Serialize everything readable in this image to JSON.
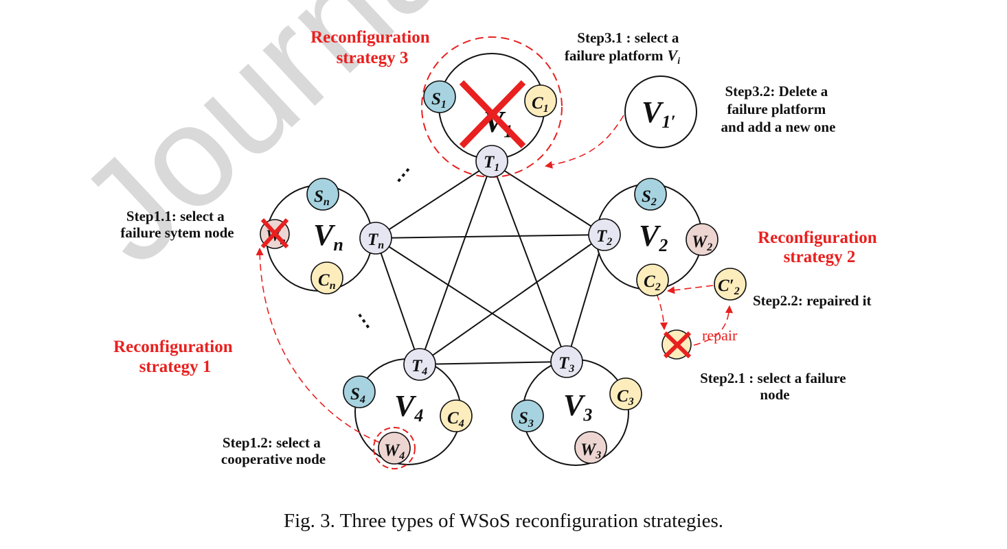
{
  "watermark": "Journal",
  "caption": "Fig. 3. Three types of WSoS reconfiguration strategies.",
  "strategies": {
    "s1": [
      "Reconfiguration",
      "strategy 1"
    ],
    "s2": [
      "Reconfiguration",
      "strategy 2"
    ],
    "s3": [
      "Reconfiguration",
      "strategy 3"
    ]
  },
  "steps": {
    "step1_1": [
      "Step1.1: select a",
      "failure sytem node"
    ],
    "step1_2": [
      "Step1.2: select a",
      "cooperative node"
    ],
    "step2_1": [
      "Step2.1 : select a failure",
      "node"
    ],
    "step2_2": [
      "Step2.2: repaired it"
    ],
    "step3_1_line1": "Step3.1 : select a",
    "step3_1_line2": "failure platform",
    "step3_1_var": "V",
    "step3_1_sub": "i",
    "step3_2": [
      "Step3.2: Delete a",
      "failure platform",
      "and add a new one"
    ],
    "repair": "repair"
  },
  "platforms": {
    "V1": {
      "main": "V",
      "sub": "1"
    },
    "V2": {
      "main": "V",
      "sub": "2"
    },
    "V3": {
      "main": "V",
      "sub": "3"
    },
    "V4": {
      "main": "V",
      "sub": "4"
    },
    "Vn": {
      "main": "V",
      "sub": "n"
    },
    "V1new": {
      "main": "V",
      "sub": "1′"
    }
  },
  "nodes": {
    "S1": {
      "main": "S",
      "sub": "1"
    },
    "C1": {
      "main": "C",
      "sub": "1"
    },
    "T1": {
      "main": "T",
      "sub": "1"
    },
    "S2": {
      "main": "S",
      "sub": "2"
    },
    "W2": {
      "main": "W",
      "sub": "2"
    },
    "C2": {
      "main": "C",
      "sub": "2"
    },
    "T2": {
      "main": "T",
      "sub": "2"
    },
    "C2new": {
      "main": "C′",
      "sub": "2"
    },
    "S3": {
      "main": "S",
      "sub": "3"
    },
    "C3": {
      "main": "C",
      "sub": "3"
    },
    "W3": {
      "main": "W",
      "sub": "3"
    },
    "T3": {
      "main": "T",
      "sub": "3"
    },
    "S4": {
      "main": "S",
      "sub": "4"
    },
    "C4": {
      "main": "C",
      "sub": "4"
    },
    "W4": {
      "main": "W",
      "sub": "4"
    },
    "T4": {
      "main": "T",
      "sub": "4"
    },
    "Sn": {
      "main": "S",
      "sub": "n"
    },
    "Cn": {
      "main": "C",
      "sub": "n"
    },
    "Tn": {
      "main": "T",
      "sub": "n"
    },
    "Wn": {
      "main": "W",
      "sub": "n"
    }
  },
  "ellipsis": "⋮",
  "colors": {
    "sensor": "#a6d3df",
    "control": "#fdedbd",
    "weapon": "#edd6d2",
    "comm": "#e6e6f2",
    "highlight": "#e8201f"
  }
}
